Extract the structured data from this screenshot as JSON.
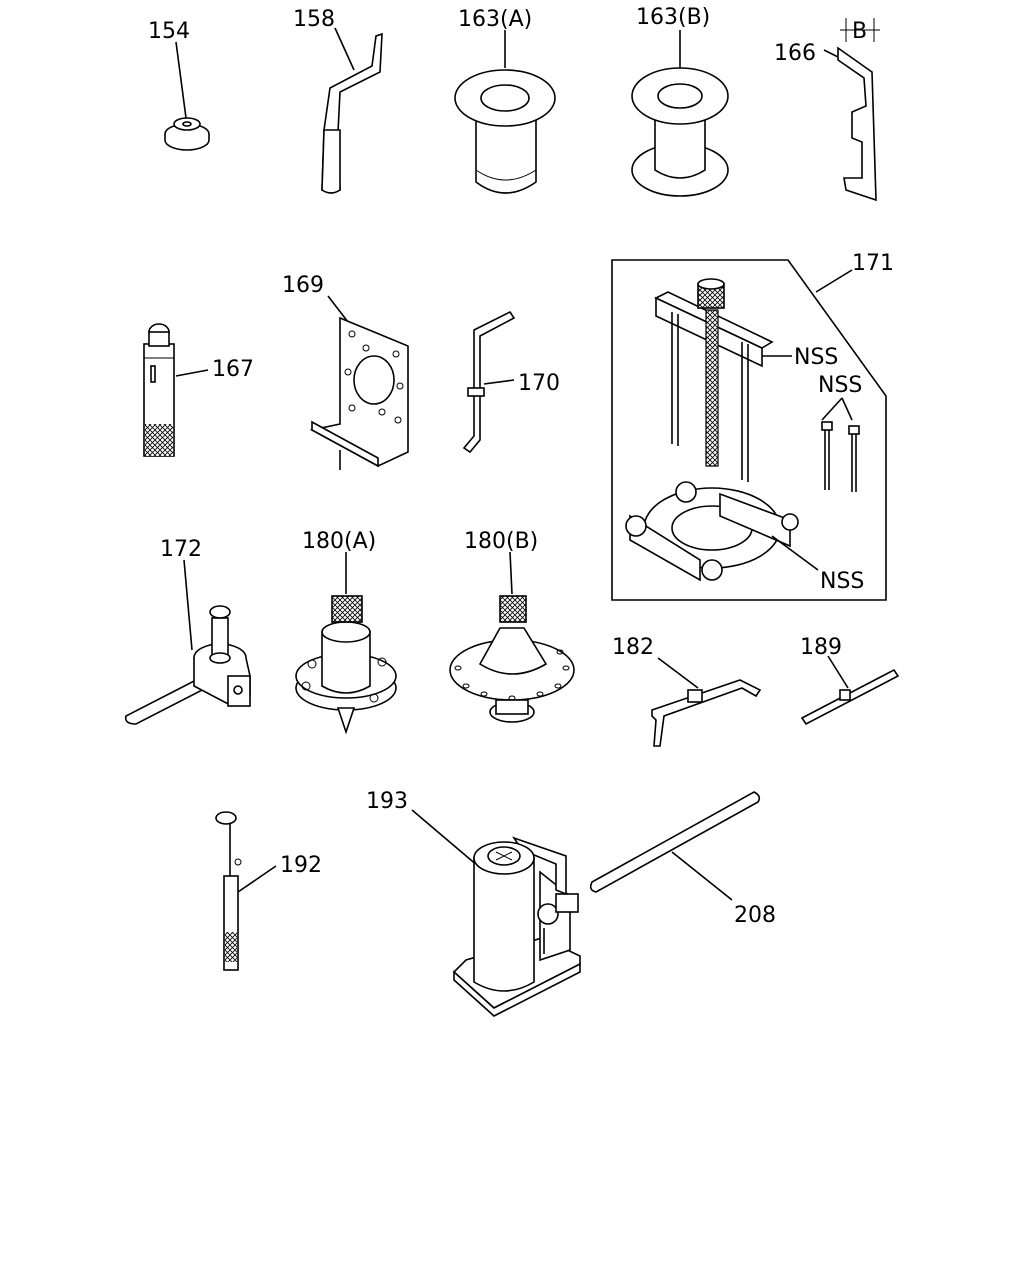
{
  "labels": {
    "p154": "154",
    "p158": "158",
    "p163a": "163(A)",
    "p163b": "163(B)",
    "p166": "166",
    "dimB": "B",
    "p167": "167",
    "p169": "169",
    "p170": "170",
    "p171": "171",
    "nss1": "NSS",
    "nss2": "NSS",
    "nss3": "NSS",
    "p172": "172",
    "p180a": "180(A)",
    "p180b": "180(B)",
    "p182": "182",
    "p189": "189",
    "p192": "192",
    "p193": "193",
    "p208": "208"
  }
}
